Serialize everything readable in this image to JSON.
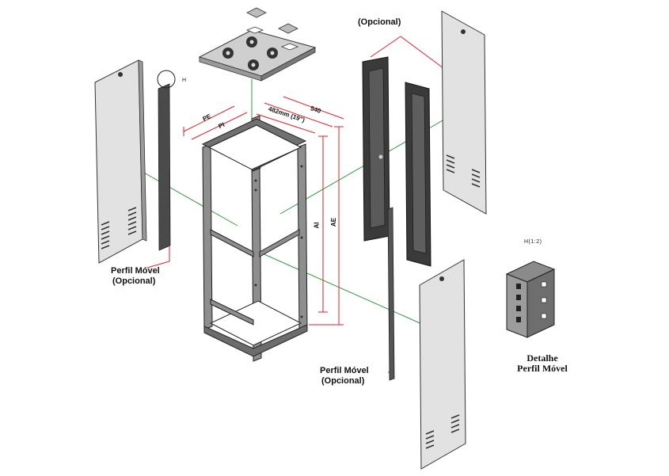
{
  "colors": {
    "dimension_line": "#e0202a",
    "axis_line": "#2e9a3e",
    "panel_fill": "#e2e2e2",
    "frame_fill": "#8e8e8e",
    "dark_fill": "#3c3c3c"
  },
  "labels": {
    "optional_top": "(Opcional)",
    "perfil_left_1": "Perfil Móvel",
    "perfil_left_2": "(Opcional)",
    "perfil_center_1": "Perfil Móvel",
    "perfil_center_2": "(Opcional)",
    "detail_scale": "H(1:2)",
    "detail_title_1": "Detalhe",
    "detail_title_2": "Perfil Móvel",
    "callout_h": "H"
  },
  "dimensions": {
    "pe": "PE",
    "pi": "PI",
    "width_482": "482mm (19\")",
    "width_540": "540",
    "ai": "AI",
    "ae": "AE"
  }
}
